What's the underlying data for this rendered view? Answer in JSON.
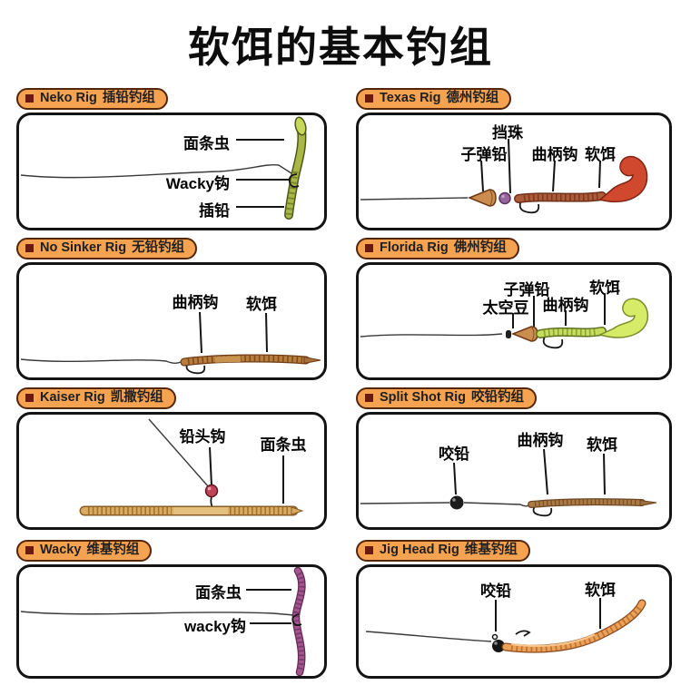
{
  "title": "软饵的基本钓组",
  "colors": {
    "badge_bg": "#F6A351",
    "badge_border": "#53250b",
    "panel_border": "#141414",
    "text": "#0d0d0d"
  },
  "panels": [
    {
      "name_en": "Neko Rig",
      "name_zh": "插铅钓组",
      "labels": [
        "面条虫",
        "Wacky钩",
        "插铅"
      ]
    },
    {
      "name_en": "Texas Rig",
      "name_zh": "德州钓组",
      "labels": [
        "挡珠",
        "子弹铅",
        "曲柄钩",
        "软饵"
      ]
    },
    {
      "name_en": "No Sinker Rig",
      "name_zh": "无铅钓组",
      "labels": [
        "曲柄钩",
        "软饵"
      ]
    },
    {
      "name_en": "Florida Rig",
      "name_zh": "佛州钓组",
      "labels": [
        "太空豆",
        "子弹铅",
        "曲柄钩",
        "软饵"
      ]
    },
    {
      "name_en": "Kaiser Rig",
      "name_zh": "凯撒钓组",
      "labels": [
        "铅头钩",
        "面条虫"
      ]
    },
    {
      "name_en": "Split Shot Rig",
      "name_zh": "咬铅钓组",
      "labels": [
        "咬铅",
        "曲柄钩",
        "软饵"
      ]
    },
    {
      "name_en": "Wacky",
      "name_zh": "维基钓组",
      "labels": [
        "面条虫",
        "wacky钩"
      ]
    },
    {
      "name_en": "Jig Head Rig",
      "name_zh": "维基钓组",
      "labels": [
        "咬铅",
        "软饵"
      ]
    }
  ]
}
